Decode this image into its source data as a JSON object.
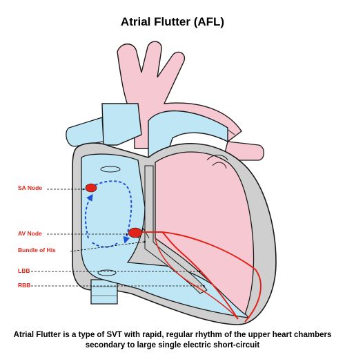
{
  "title": "Atrial Flutter (AFL)",
  "caption": {
    "line1": "Atrial Flutter is a type of SVT with rapid, regular rhythm of the upper heart chambers",
    "line2": "secondary to large single electric short-circuit"
  },
  "labels": {
    "sa_node": "SA Node",
    "av_node": "AV Node",
    "bundle_of_his": "Bundle of His",
    "lbb": "LBB",
    "rbb": "RBB"
  },
  "colors": {
    "artery": "#f6c9d2",
    "vein": "#bfe6f5",
    "wall": "#cfcfcf",
    "outline": "#1a1a1a",
    "conduction": "#e2231a",
    "circuit": "#1f4fd8"
  }
}
